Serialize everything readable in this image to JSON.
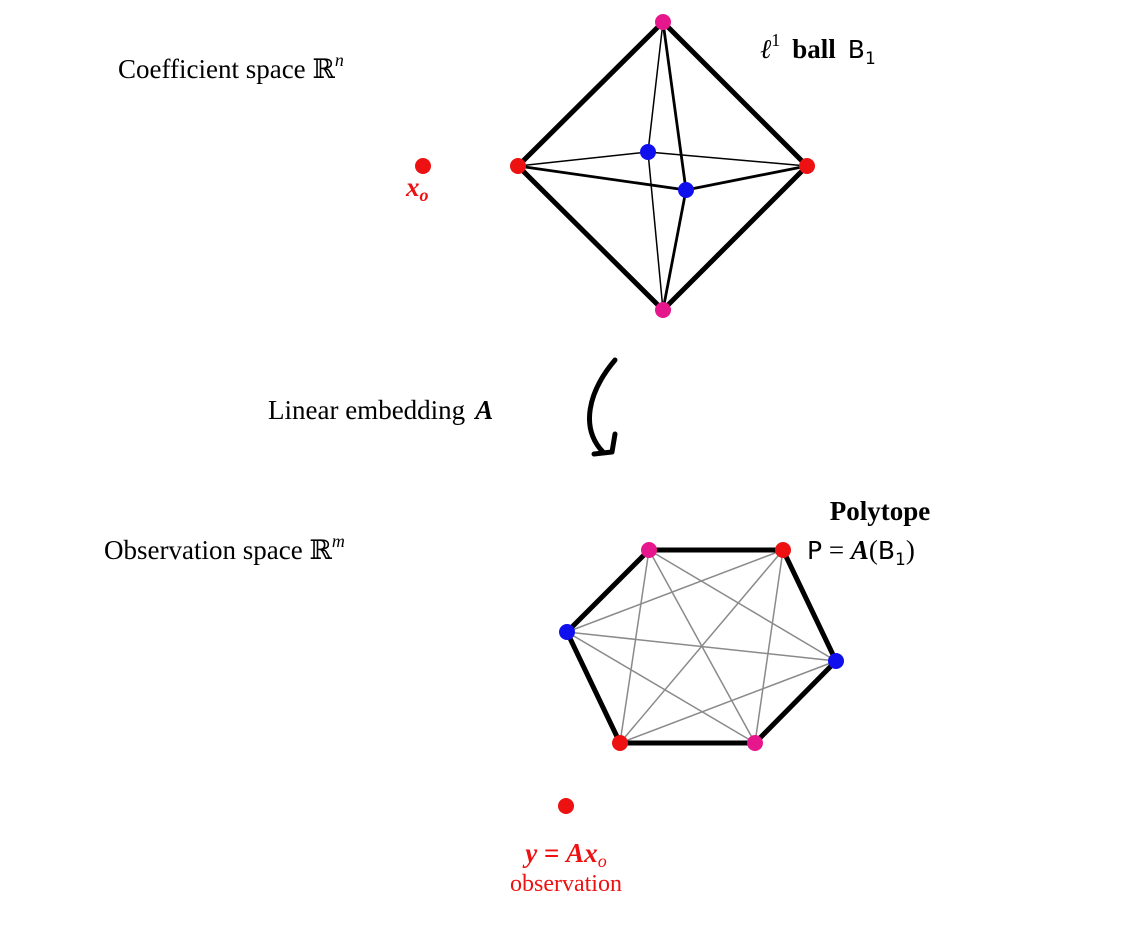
{
  "colors": {
    "ink": "#000000",
    "point_red": "#ee1111",
    "point_pink": "#e6168c",
    "point_blue": "#1010ee",
    "inner_edge_gray": "#8a8a8a"
  },
  "top": {
    "space_label": "Coefficient space ℝ",
    "space_sup": "n",
    "ball_ell": "ℓ",
    "ball_sup": "1",
    "ball_word": "ball",
    "ball_set": "B",
    "ball_sub": "1",
    "point_label_var": "x",
    "point_label_sub": "o"
  },
  "arrow": {
    "label_text": "Linear embedding",
    "label_var": "A"
  },
  "bottom": {
    "space_label": "Observation space ℝ",
    "space_sup": "m",
    "polytope_title": "Polytope",
    "polytope_eq_P": "P",
    "polytope_eq_rest": " = ",
    "polytope_eq_A": "A",
    "polytope_eq_open": "(",
    "polytope_eq_B": "B",
    "polytope_eq_sub": "1",
    "polytope_eq_close": ")",
    "obs_eq_y": "y",
    "obs_eq_eq": " = ",
    "obs_eq_Ax": "Ax",
    "obs_eq_sub": "o",
    "obs_caption": "observation"
  }
}
